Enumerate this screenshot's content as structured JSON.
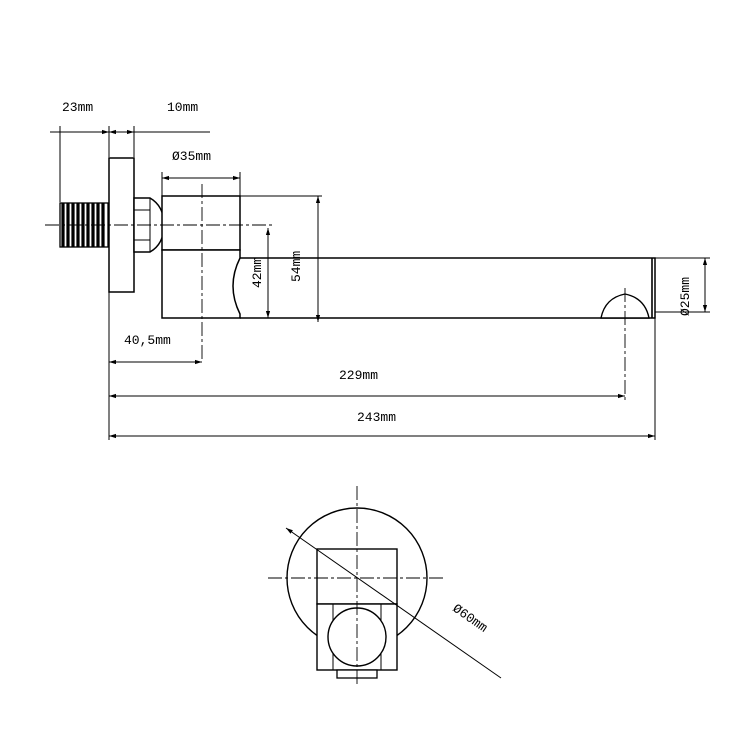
{
  "dimensions": {
    "flange_thickness": "23mm",
    "nut_width": "10mm",
    "body_diameter": "Ø35mm",
    "height_42": "42mm",
    "height_54": "54mm",
    "spout_diameter": "Ø25mm",
    "wall_to_body": "40,5mm",
    "reach_229": "229mm",
    "length_243": "243mm",
    "plate_diameter": "Ø60mm"
  }
}
